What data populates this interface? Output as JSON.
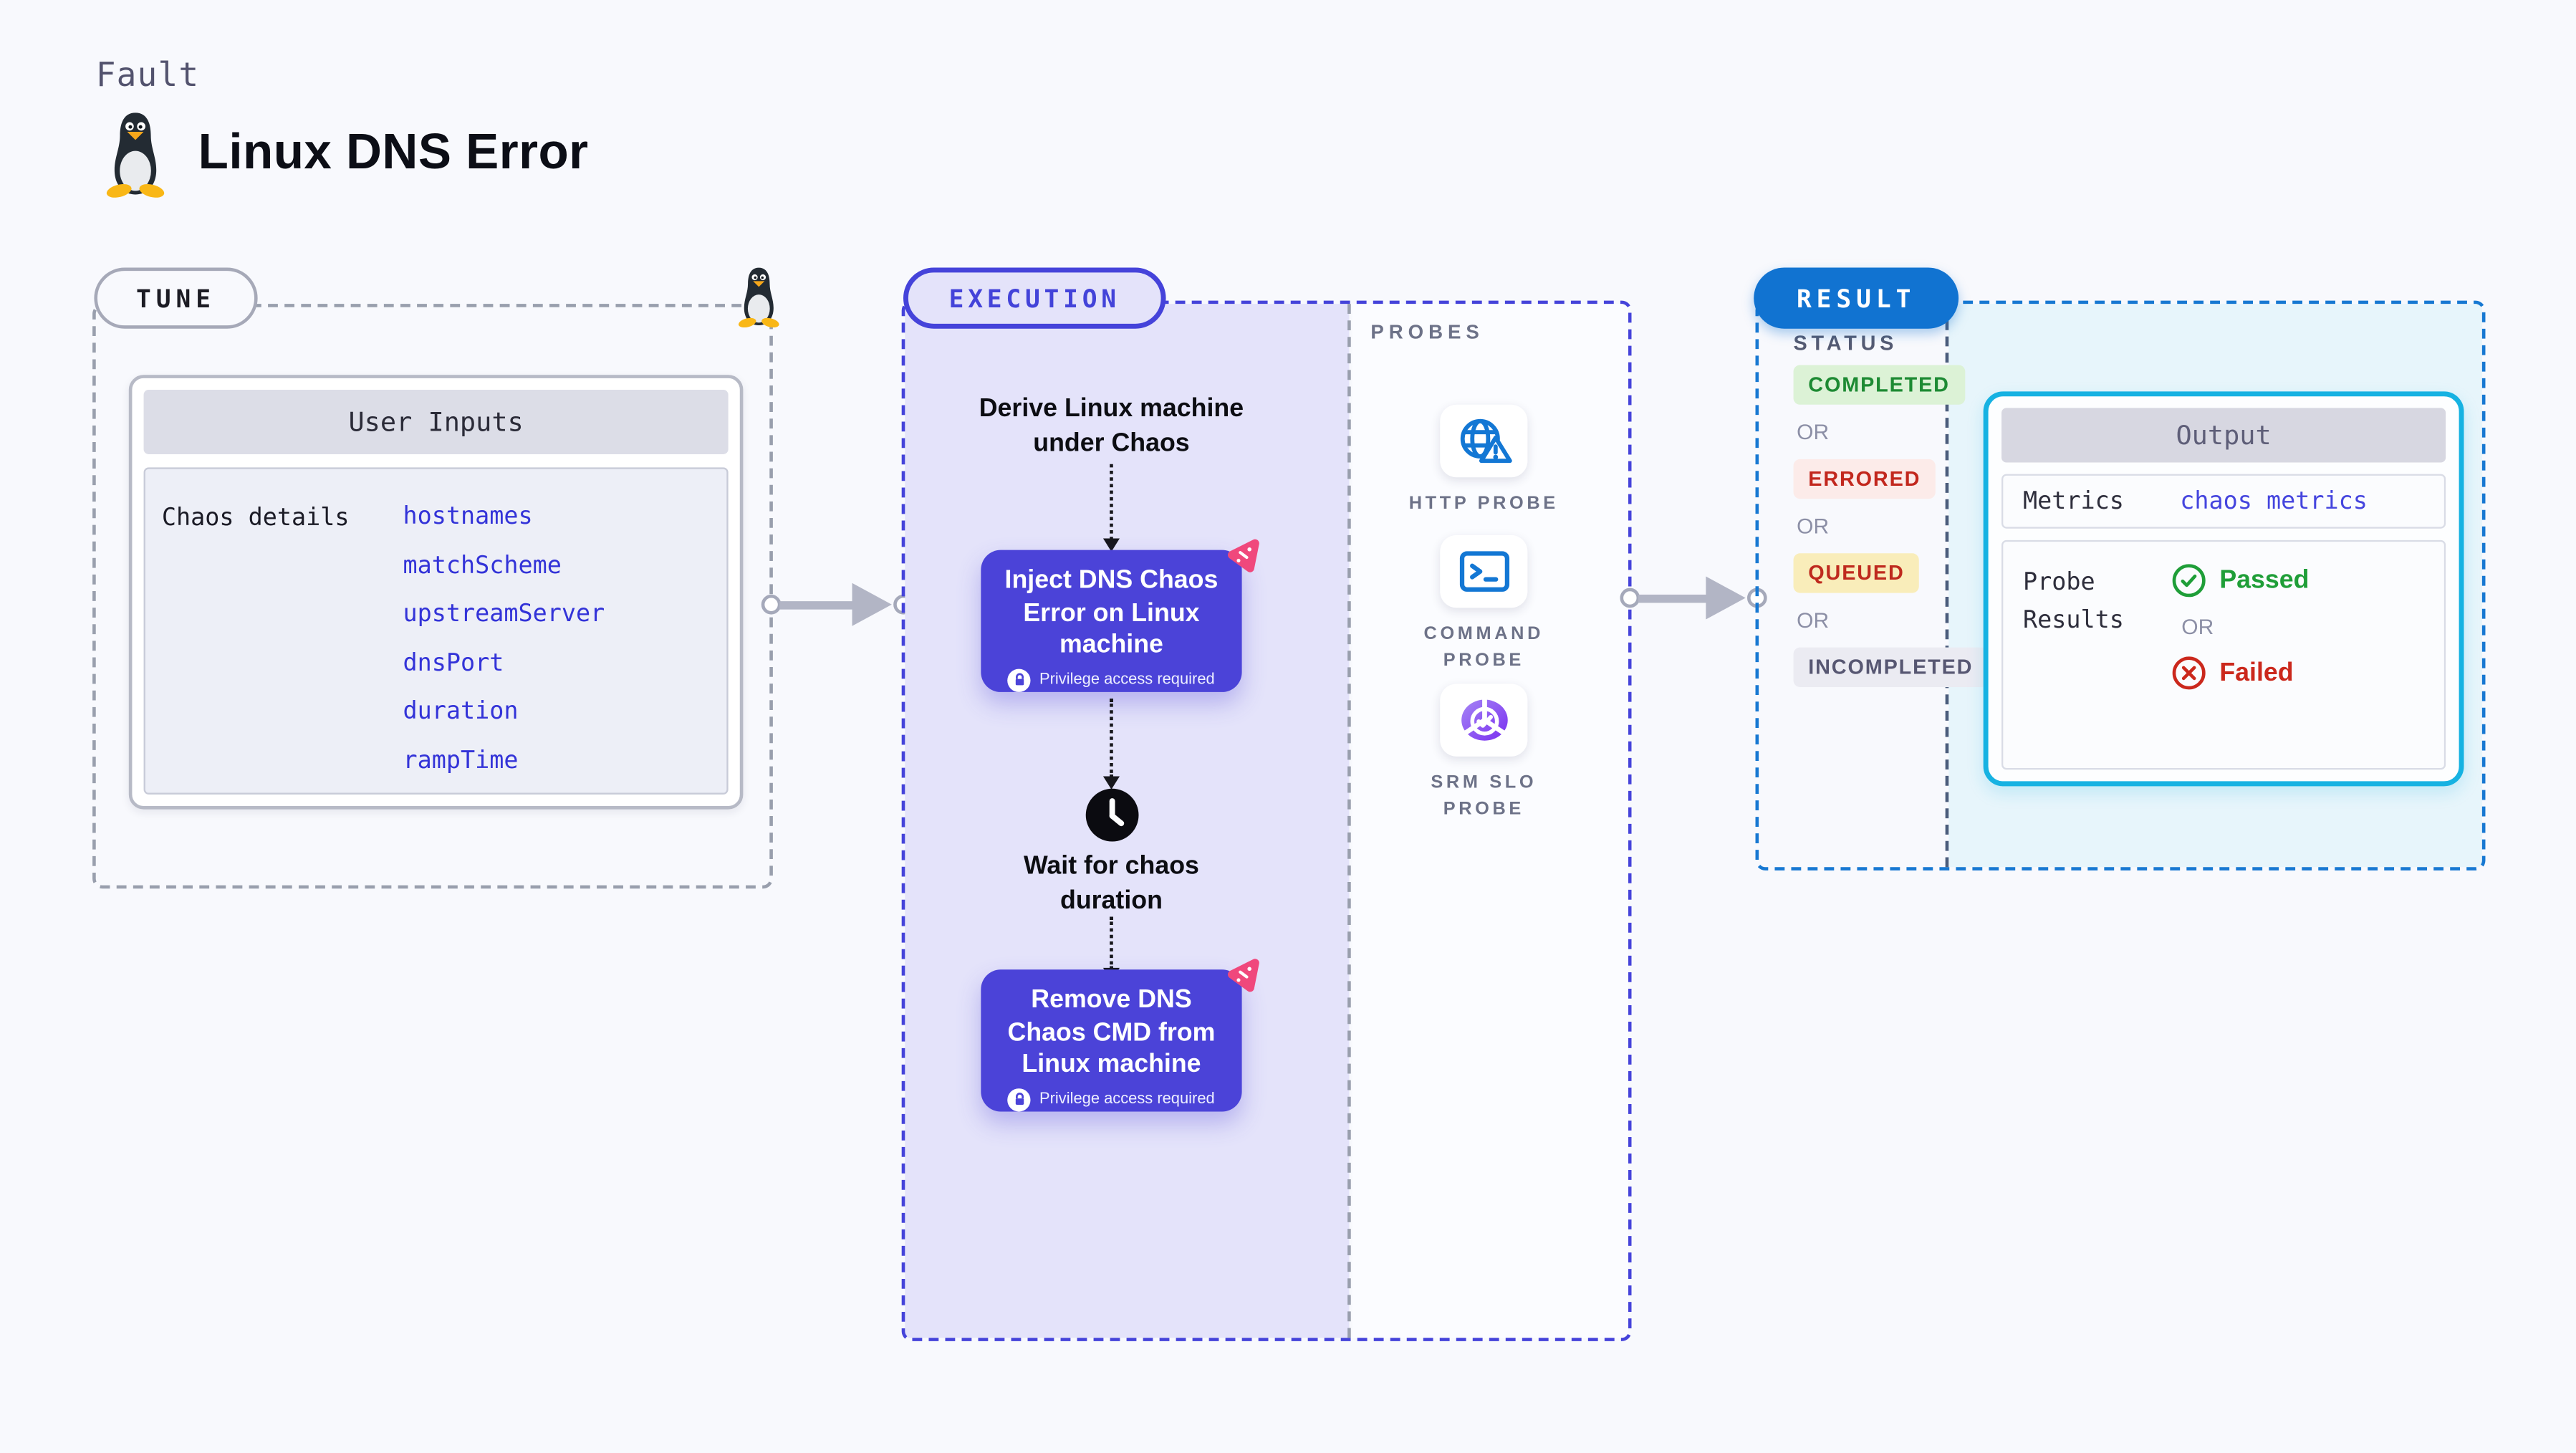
{
  "header": {
    "type_label": "Fault",
    "title": "Linux DNS Error",
    "icon": "tux-penguin-icon"
  },
  "tune": {
    "badge": "TUNE",
    "corner_icon": "tux-penguin-icon",
    "user_inputs_title": "User Inputs",
    "chaos_details_label": "Chaos details",
    "inputs": [
      "hostnames",
      "matchScheme",
      "upstreamServer",
      "dnsPort",
      "duration",
      "rampTime"
    ]
  },
  "execution": {
    "badge": "EXECUTION",
    "derive_step": "Derive Linux machine under Chaos",
    "inject_step": {
      "title": "Inject DNS Chaos Error on Linux machine",
      "badge": "Privilege access required",
      "corner_icon": "chaos-pink-icon",
      "lock_icon": "lock-icon"
    },
    "wait_step": {
      "title": "Wait for chaos duration",
      "icon": "clock-icon"
    },
    "remove_step": {
      "title": "Remove DNS Chaos CMD from Linux machine",
      "badge": "Privilege access required",
      "corner_icon": "chaos-pink-icon",
      "lock_icon": "lock-icon"
    }
  },
  "probes": {
    "section_label": "PROBES",
    "items": [
      {
        "label": "HTTP PROBE",
        "icon": "globe-alert-icon"
      },
      {
        "label": "COMMAND PROBE",
        "icon": "terminal-icon"
      },
      {
        "label": "SRM SLO PROBE",
        "icon": "slo-donut-check-icon"
      }
    ]
  },
  "result": {
    "badge": "RESULT",
    "status_label": "STATUS",
    "or_label": "OR",
    "statuses": [
      {
        "label": "COMPLETED",
        "color": "#1d8a33",
        "background": "#dcf2d6",
        "style": "color:#1d8a33;background:#dcf2d6"
      },
      {
        "label": "ERRORED",
        "color": "#c2271d",
        "background": "#fcebe9",
        "style": "color:#c2271d;background:#fcebe9"
      },
      {
        "label": "QUEUED",
        "color": "#bf2a1e",
        "background": "#f9edba",
        "style": "color:#bf2a1e;background:#f9edba"
      },
      {
        "label": "INCOMPLETED",
        "color": "#575772",
        "background": "#ebebf2",
        "style": "color:#575772;background:#ebebf2"
      }
    ],
    "output": {
      "title": "Output",
      "metrics_label": "Metrics",
      "metrics_value": "chaos metrics",
      "probe_results_label": "Probe Results",
      "passed_label": "Passed",
      "failed_label": "Failed",
      "passed_icon": "check-circle-icon",
      "failed_icon": "x-circle-icon"
    }
  },
  "colors": {
    "page_bg": "#f8f9fd",
    "indigo": "#4543da",
    "node_purple": "#4b43d8",
    "execution_fill": "#e4e3fa",
    "tune_dash": "#999fad",
    "result_pill_blue": "#1173d1",
    "result_dash": "#1778d2",
    "output_border_cyan": "#16b2e2",
    "output_fill_cyan": "#e7f5fb",
    "chaos_pink": "#f0487c",
    "probe_icon_blue": "#1377d4",
    "passed_green": "#1f9e38",
    "failed_red": "#cb281c",
    "arrow_grey": "#b2b5c5"
  }
}
